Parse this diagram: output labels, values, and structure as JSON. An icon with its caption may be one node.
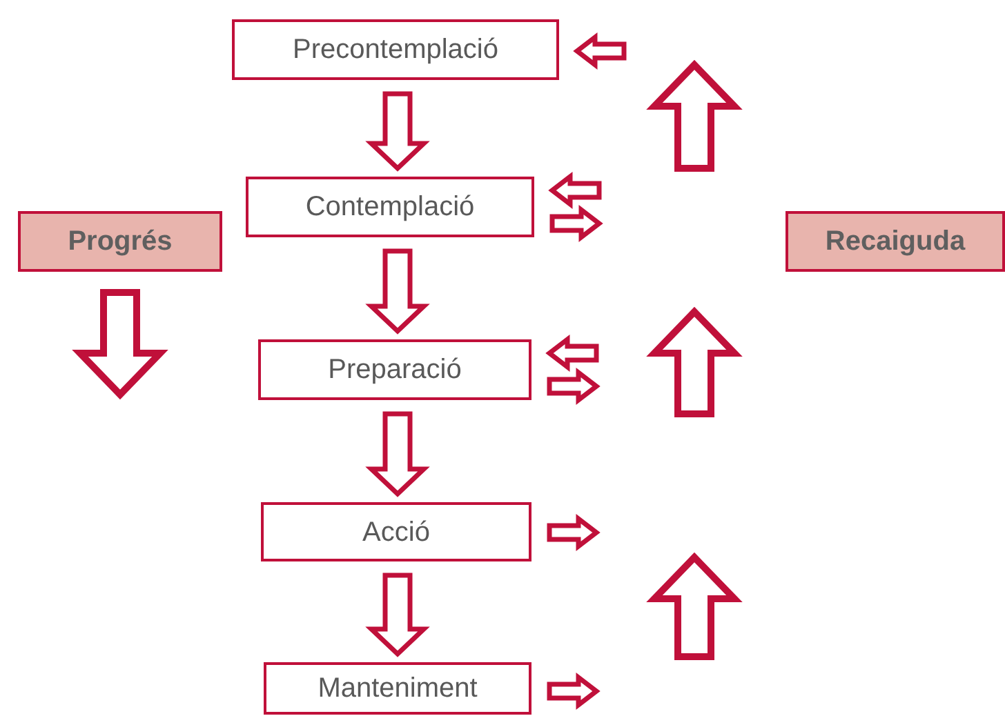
{
  "diagram": {
    "nodes": [
      {
        "text": [
          "Precontemplació"
        ]
      },
      {
        "text": [
          "Contemplació"
        ]
      },
      {
        "text": [
          "Preparació"
        ]
      },
      {
        "text": [
          "Acció"
        ]
      },
      {
        "text": [
          "Manteniment"
        ]
      },
      {
        "text": [
          "Progrés"
        ]
      },
      {
        "text": [
          "Recaiguda"
        ]
      }
    ],
    "edges": [
      {
        "from": 0,
        "to": 1,
        "arrow": "to"
      },
      {
        "from": 1,
        "to": 2,
        "arrow": "to"
      },
      {
        "from": 2,
        "to": 3,
        "arrow": "to"
      },
      {
        "from": 3,
        "to": 4,
        "arrow": "to"
      },
      {
        "from": null,
        "to": 0,
        "arrow": "to"
      },
      {
        "from": null,
        "to": 1,
        "arrow": "to"
      },
      {
        "from": 1,
        "to": null,
        "arrow": "to"
      },
      {
        "from": null,
        "to": 2,
        "arrow": "to"
      },
      {
        "from": 2,
        "to": null,
        "arrow": "to"
      },
      {
        "from": 3,
        "to": null,
        "arrow": "to"
      },
      {
        "from": 4,
        "to": null,
        "arrow": "to"
      }
    ]
  }
}
